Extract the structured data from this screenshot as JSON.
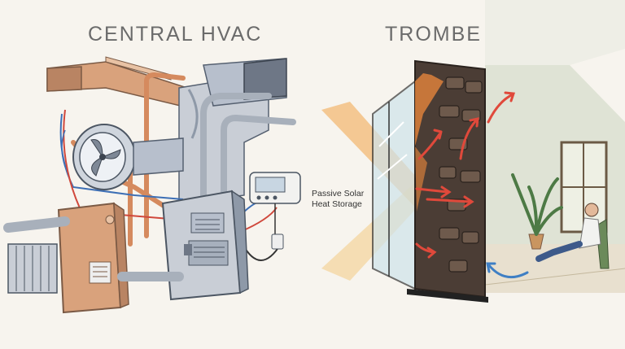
{
  "left_panel": {
    "title": "CENTRAL HVAC"
  },
  "right_panel": {
    "title": "TROMBE WALL",
    "caption_line1": "Passive Solar",
    "caption_line2": "Heat Storage"
  },
  "colors": {
    "duct": "#c9ced6",
    "copper": "#d58a5e",
    "hot_arrow": "#e0493b",
    "cool_arrow": "#3f7fc4",
    "sun": "#f2a448",
    "stone": "#4b3d35",
    "wall": "#e4e3d8"
  }
}
